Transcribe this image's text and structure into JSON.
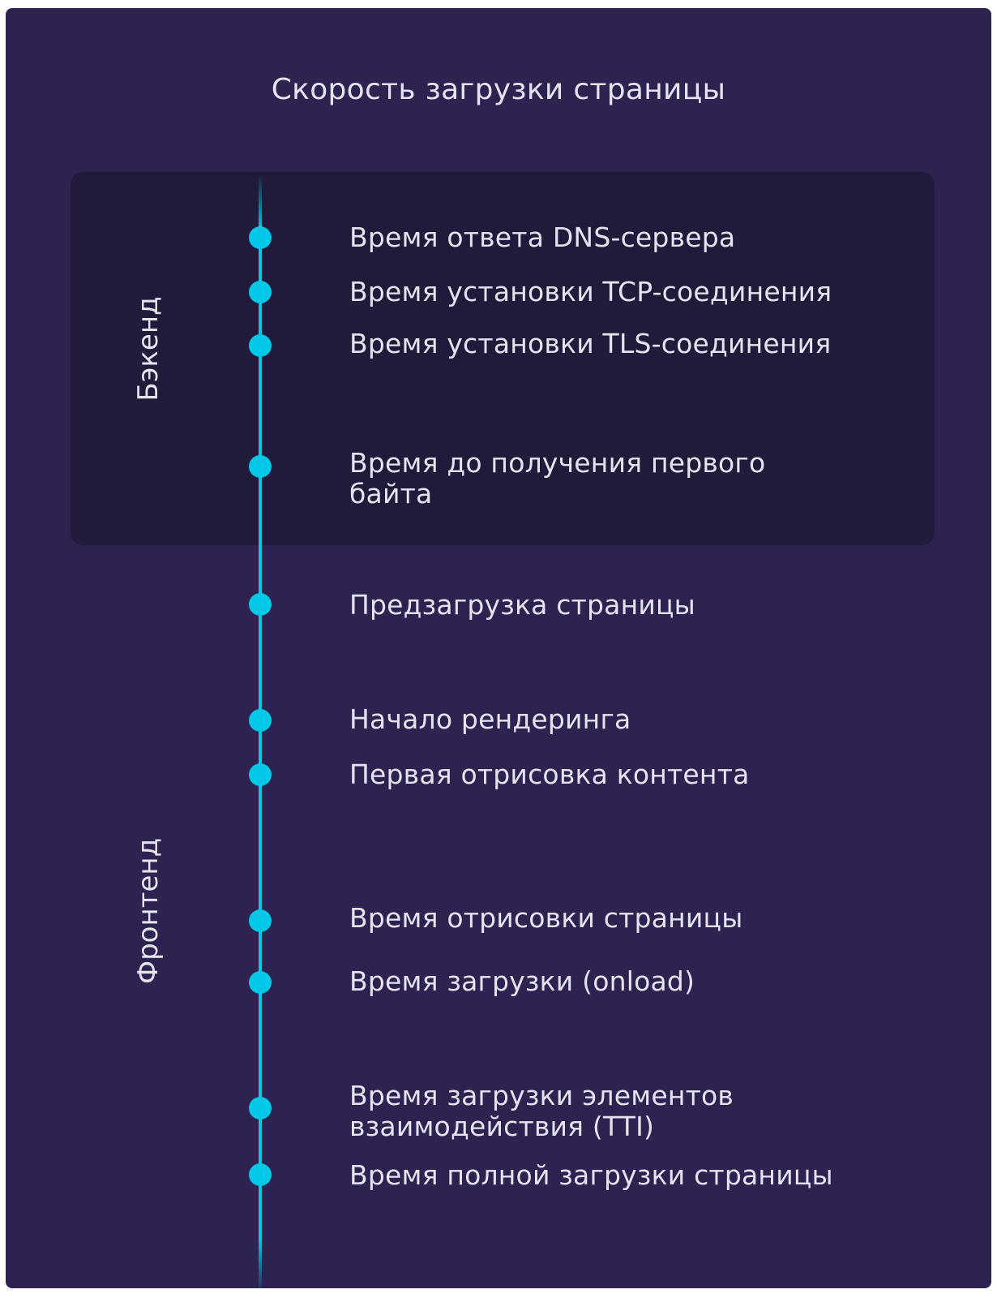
{
  "title": "Скорость загрузки страницы",
  "sections": {
    "backend": "Бэкенд",
    "frontend": "Фронтенд"
  },
  "colors": {
    "background": "#2d2250",
    "backend_panel": "#211a3a",
    "accent": "#00c8e6",
    "text": "#e6e2f0"
  },
  "items": [
    "Время ответа DNS-сервера",
    "Время установки TCP-соединения",
    "Время установки TLS-соединения",
    "Время до получения первого байта",
    "Предзагрузка страницы",
    "Начало рендеринга",
    "Первая отрисовка контента",
    "Время отрисовки страницы",
    "Время загрузки (onload)",
    "Время загрузки элементов взаимодействия (TTI)",
    "Время полной загрузки страницы"
  ]
}
